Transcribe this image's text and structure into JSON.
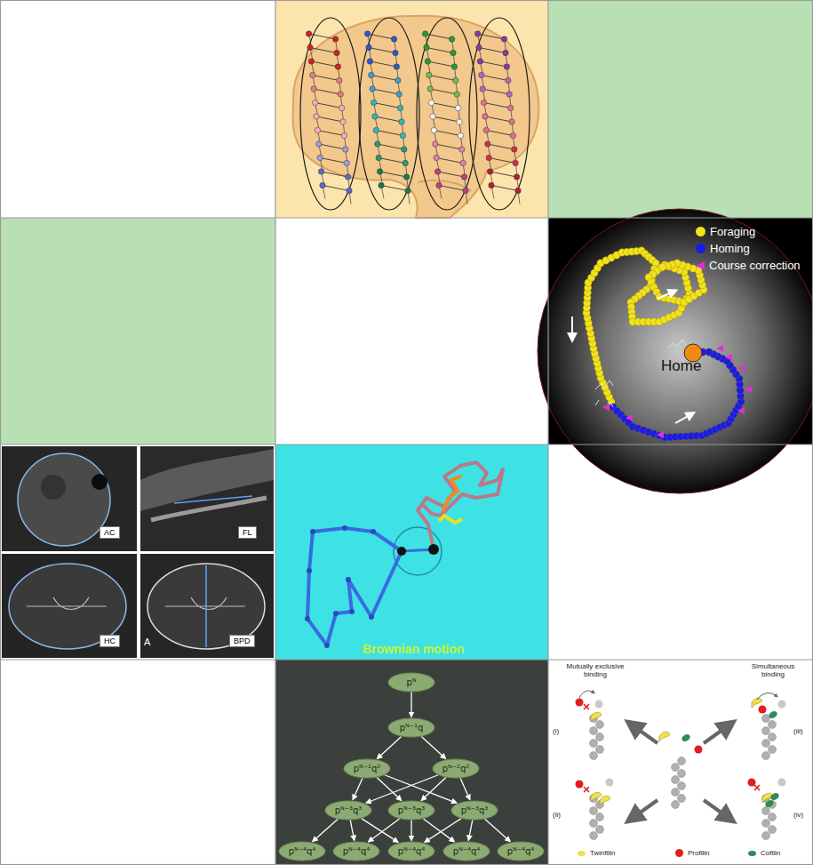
{
  "diagram": {
    "nodes": [
      {
        "text": [
          "pᴺ"
        ]
      },
      {
        "text": [
          "pᴺ⁻¹q"
        ]
      },
      {
        "text": [
          "pᴺ⁻²q²"
        ]
      },
      {
        "text": [
          "pᴺ⁻²q²"
        ]
      },
      {
        "text": [
          "pᴺ⁻³q³"
        ]
      },
      {
        "text": [
          "pᴺ⁻³q³"
        ]
      },
      {
        "text": [
          "pᴺ⁻³q³"
        ]
      },
      {
        "text": [
          "pᴺ⁻⁴q⁴"
        ]
      },
      {
        "text": [
          "pᴺ⁻⁴q⁴"
        ]
      },
      {
        "text": [
          "pᴺ⁻⁴q⁴"
        ]
      },
      {
        "text": [
          "pᴺ⁻⁴q⁴"
        ]
      },
      {
        "text": [
          "pᴺ⁻⁴q⁴"
        ]
      }
    ],
    "edges": [
      {
        "from": 0,
        "to": 1,
        "arrow": "to"
      },
      {
        "from": 1,
        "to": 2,
        "arrow": "to"
      },
      {
        "from": 1,
        "to": 3,
        "arrow": "to"
      },
      {
        "from": 2,
        "to": 4,
        "arrow": "to"
      },
      {
        "from": 2,
        "to": 5,
        "arrow": "to"
      },
      {
        "from": 2,
        "to": 6,
        "arrow": "to"
      },
      {
        "from": 3,
        "to": 4,
        "arrow": "to"
      },
      {
        "from": 3,
        "to": 5,
        "arrow": "to"
      },
      {
        "from": 3,
        "to": 6,
        "arrow": "to"
      },
      {
        "from": 4,
        "to": 7,
        "arrow": "to"
      },
      {
        "from": 4,
        "to": 8,
        "arrow": "to"
      },
      {
        "from": 4,
        "to": 9,
        "arrow": "to"
      },
      {
        "from": 5,
        "to": 8,
        "arrow": "to"
      },
      {
        "from": 5,
        "to": 9,
        "arrow": "to"
      },
      {
        "from": 5,
        "to": 10,
        "arrow": "to"
      },
      {
        "from": 6,
        "to": 9,
        "arrow": "to"
      },
      {
        "from": 6,
        "to": 10,
        "arrow": "to"
      },
      {
        "from": 6,
        "to": 11,
        "arrow": "to"
      }
    ],
    "labels": [
      "Home",
      "AC",
      "FL",
      "HC",
      "BPD",
      "A",
      "Brownian motion",
      "Mutually exclusive binding",
      "Simultaneous binding",
      "(i)",
      "(ii)",
      "(iii)",
      "(iv)"
    ],
    "legend": [
      {
        "text": "Foraging",
        "color": "#f2e21c"
      },
      {
        "text": "Homing",
        "color": "#1a1ae8"
      },
      {
        "text": "Course correction"
      },
      {
        "text": "Twinfilin",
        "color": "#f2e04a"
      },
      {
        "text": "Profilin",
        "color": "#e21d1d"
      },
      {
        "text": "Cofilin",
        "color": "#2e8b57"
      }
    ]
  }
}
